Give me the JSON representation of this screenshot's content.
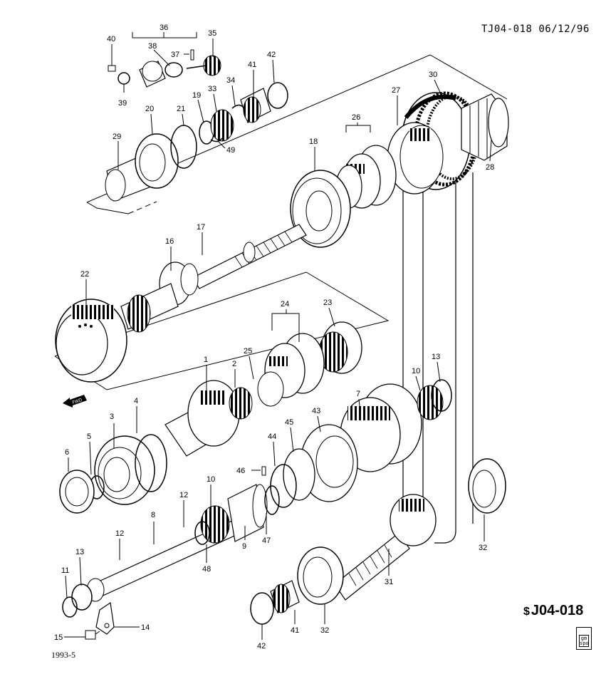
{
  "header": {
    "doc_code": "TJ04-018 06/12/96"
  },
  "figure_ref": {
    "symbol": "$",
    "code": "J04-018"
  },
  "footer_note": "1993-5",
  "badge": {
    "line1": "gm",
    "line2": "spo"
  },
  "fwd_label": "FWD",
  "callouts": {
    "c1": "1",
    "c2": "2",
    "c3": "3",
    "c4": "4",
    "c5": "5",
    "c6": "6",
    "c7": "7",
    "c8": "8",
    "c9": "9",
    "c10a": "10",
    "c10b": "10",
    "c11": "11",
    "c12a": "12",
    "c12b": "12",
    "c13a": "13",
    "c13b": "13",
    "c14": "14",
    "c15": "15",
    "c16": "16",
    "c17": "17",
    "c18": "18",
    "c19": "19",
    "c20": "20",
    "c21": "21",
    "c22": "22",
    "c23": "23",
    "c24": "24",
    "c25": "25",
    "c26": "26",
    "c27": "27",
    "c28": "28",
    "c29": "29",
    "c30": "30",
    "c31": "31",
    "c32a": "32",
    "c32b": "32",
    "c33": "33",
    "c34": "34",
    "c35": "35",
    "c36": "36",
    "c37": "37",
    "c38": "38",
    "c39": "39",
    "c40": "40",
    "c41a": "41",
    "c41b": "41",
    "c42a": "42",
    "c42b": "42",
    "c43": "43",
    "c44": "44",
    "c45": "45",
    "c46": "46",
    "c47": "47",
    "c48": "48",
    "c49": "49"
  }
}
